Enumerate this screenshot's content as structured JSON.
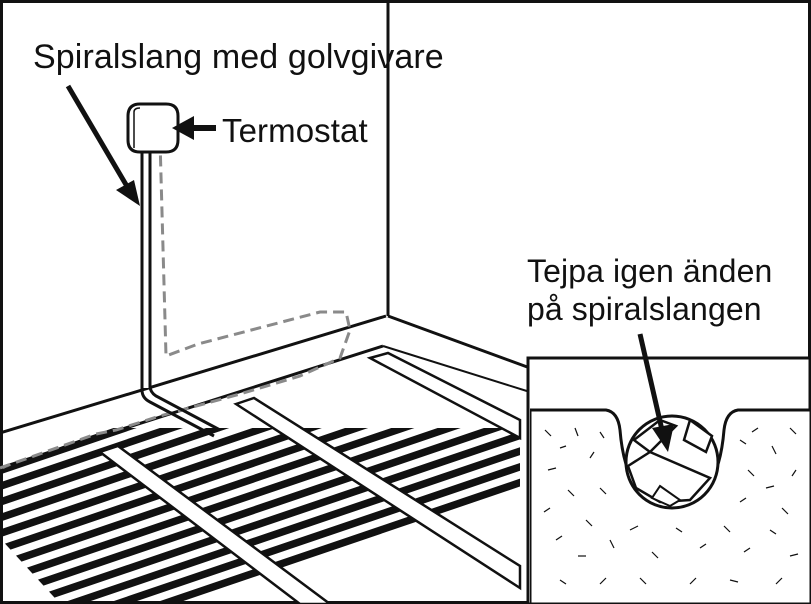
{
  "labels": {
    "spiral_hose": "Spiralslang med golvgivare",
    "thermostat": "Termostat",
    "tape_line1": "Tejpa igen änden",
    "tape_line2": "på spiralslangen"
  },
  "colors": {
    "ink": "#111111",
    "paper": "#ffffff",
    "dashed_outline": "#8a8a8a"
  }
}
